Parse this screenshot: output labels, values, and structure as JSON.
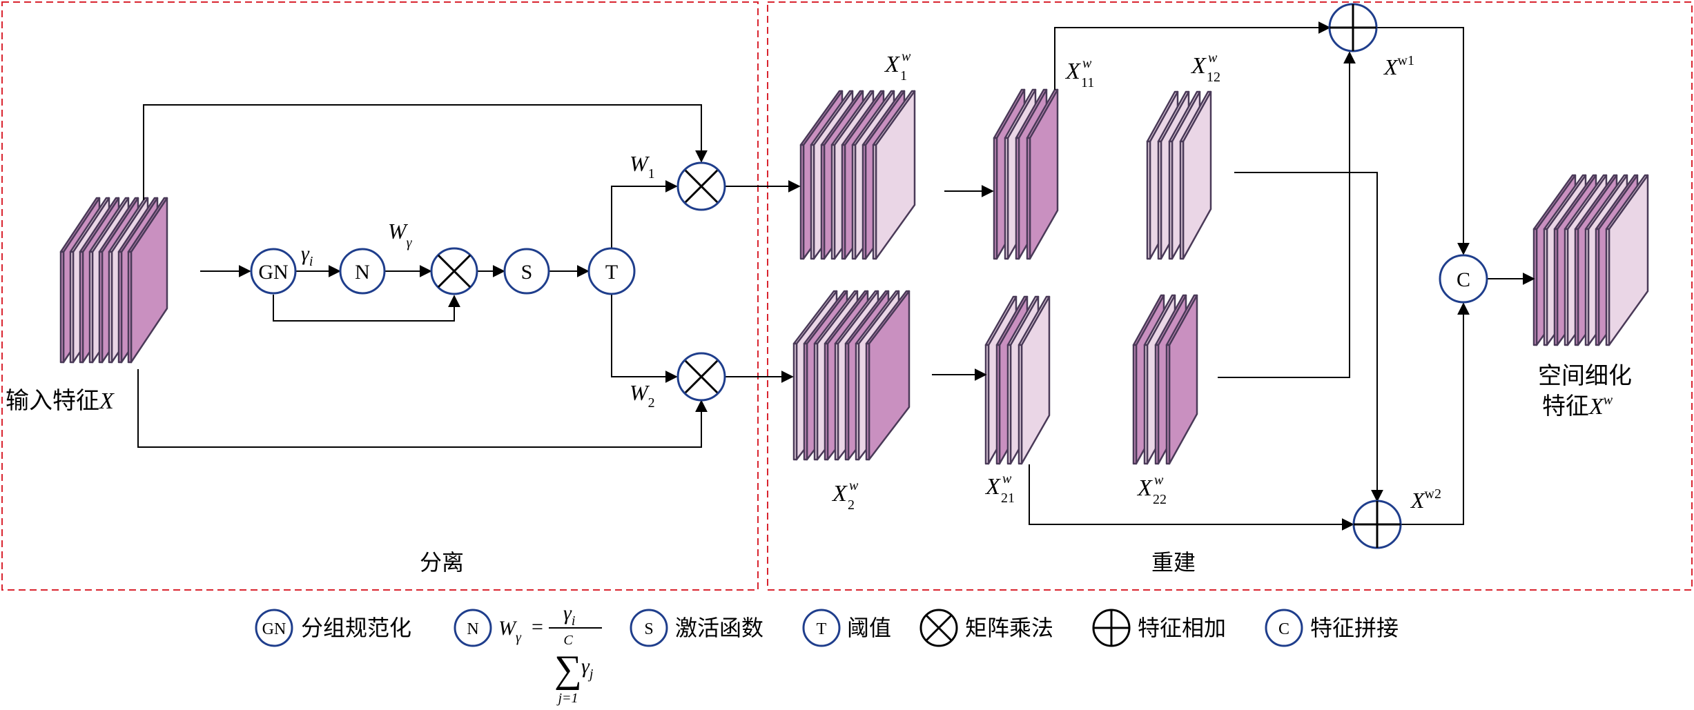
{
  "panels": {
    "separate": "分离",
    "reconstruct": "重建"
  },
  "nodes": {
    "gn": "GN",
    "n": "N",
    "s": "S",
    "t": "T",
    "c": "C"
  },
  "labels": {
    "input": "输入特征",
    "input_sym": "X",
    "gamma": "γ",
    "gamma_sub": "i",
    "w_gamma": "W",
    "w_gamma_sub": "γ",
    "w1": "W",
    "w1_sub": "1",
    "w2": "W",
    "w2_sub": "2",
    "x1w": "X",
    "x1w_sub": "1",
    "x1w_sup": "w",
    "x11": "X",
    "x11_sub": "11",
    "x11_sup": "w",
    "x12": "X",
    "x12_sub": "12",
    "x12_sup": "w",
    "x2w": "X",
    "x2w_sub": "2",
    "x2w_sup": "w",
    "x21": "X",
    "x21_sub": "21",
    "x21_sup": "w",
    "x22": "X",
    "x22_sub": "22",
    "x22_sup": "w",
    "xw1": "X",
    "xw1_sup": "w1",
    "xw2": "X",
    "xw2_sup": "w2",
    "output_line1": "空间细化",
    "output_line2": "特征",
    "output_sym": "X",
    "output_sup": "w"
  },
  "legend": {
    "gn_symbol": "GN",
    "gn_text": "分组规范化",
    "n_symbol": "N",
    "n_formula_lhs": "W",
    "n_formula_lhs_sub": "γ",
    "n_formula_eq": "=",
    "n_formula_num": "γ",
    "n_formula_num_sub": "i",
    "n_formula_sum_top": "C",
    "n_formula_sum": "∑",
    "n_formula_den": "γ",
    "n_formula_den_sub": "j",
    "n_formula_sum_bottom": "j=1",
    "s_symbol": "S",
    "s_text": "激活函数",
    "t_symbol": "T",
    "t_text": "阈值",
    "mult_text": "矩阵乘法",
    "add_text": "特征相加",
    "c_symbol": "C",
    "c_text": "特征拼接"
  },
  "colors": {
    "panel_border": "#d9232e",
    "circle_stroke": "#1f3e8c",
    "dark_slice": "#c990c0",
    "light_slice": "#ead6e6",
    "slice_stroke": "#4a3a58",
    "line": "#000000"
  }
}
